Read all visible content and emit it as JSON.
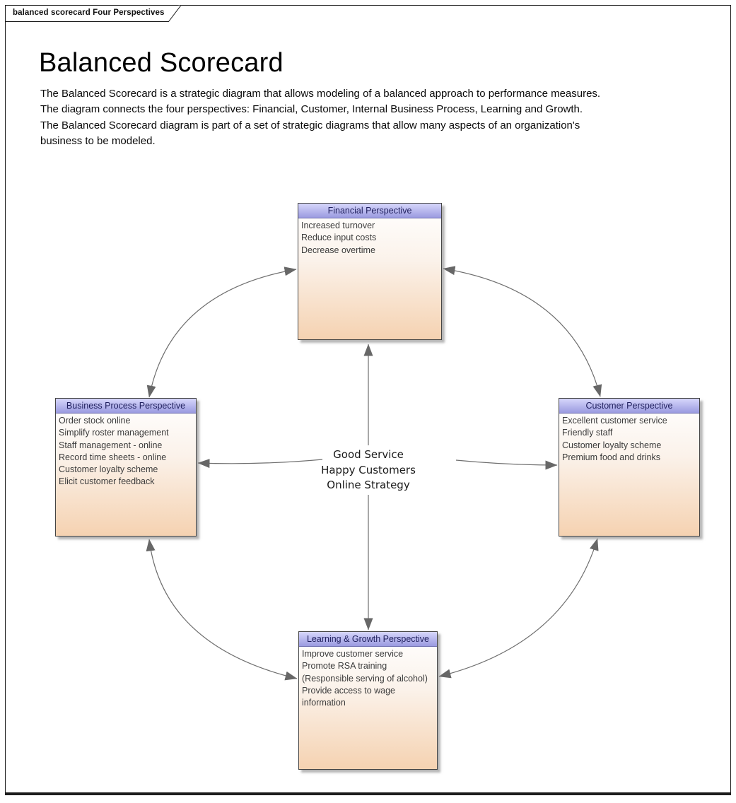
{
  "tab": {
    "label": "balanced scorecard Four Perspectives"
  },
  "header": {
    "title": "Balanced Scorecard",
    "description": "The Balanced Scorecard is a strategic diagram that allows modeling of a balanced approach to performance measures.\nThe diagram connects the four perspectives: Financial, Customer, Internal Business Process, Learning and Growth.\nThe Balanced Scorecard diagram is part of a set of strategic diagrams that allow many aspects of an organization's\nbusiness to be modeled."
  },
  "diagram": {
    "center_label": "Good Service\nHappy Customers\nOnline Strategy",
    "nodes": {
      "financial": {
        "title": "Financial Perspective",
        "items": [
          "Increased turnover",
          "Reduce input costs",
          "Decrease overtime"
        ]
      },
      "business_process": {
        "title": "Business Process Perspective",
        "items": [
          "Order stock online",
          "Simplify roster management",
          "Staff management - online",
          "Record time sheets - online",
          "Customer loyalty scheme",
          "Elicit customer feedback"
        ]
      },
      "customer": {
        "title": "Customer Perspective",
        "items": [
          "Excellent customer service",
          "Friendly staff",
          "Customer loyalty scheme",
          "Premium food and drinks"
        ]
      },
      "learning_growth": {
        "title": "Learning & Growth Perspective",
        "items": [
          "Improve customer service",
          "Promote RSA training",
          "(Responsible serving of alcohol)",
          "Provide access to wage information"
        ]
      }
    },
    "colors": {
      "node_header_top": "#d6d6fb",
      "node_header_bottom": "#9a9ae0",
      "node_header_text": "#1e1e5c",
      "node_body_top": "#fefcfa",
      "node_body_bottom": "#f5d2b1",
      "node_border": "#454545",
      "arrow": "#6e6e6e",
      "arrowhead": "#676767"
    }
  }
}
